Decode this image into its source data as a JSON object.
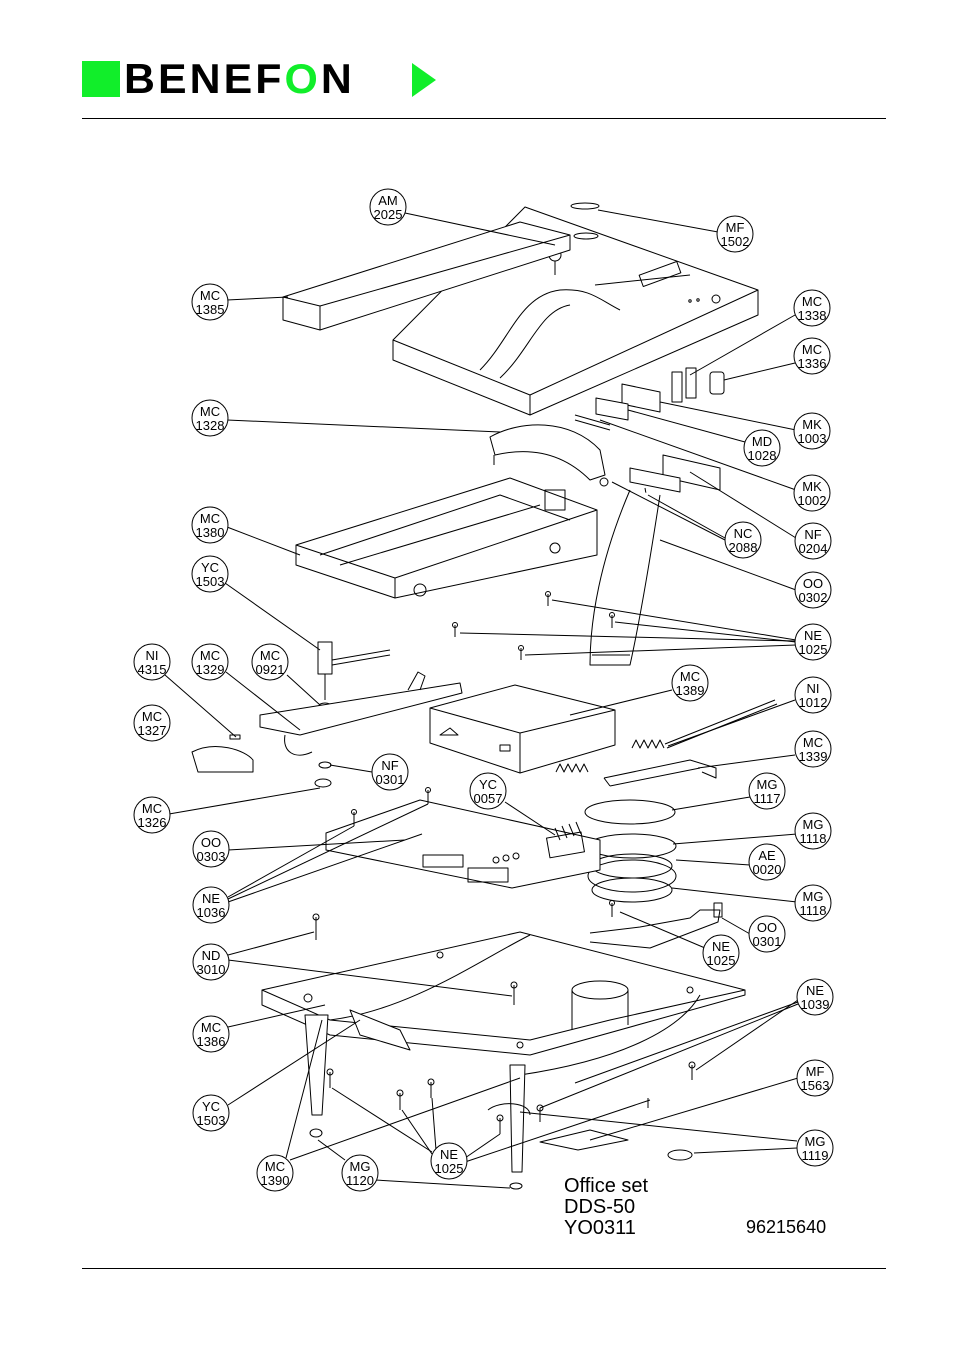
{
  "logo": {
    "text_before": "BENEF",
    "text_o": "O",
    "text_after": "N"
  },
  "callouts": [
    {
      "id": "am2025",
      "l1": "AM",
      "l2": "2025"
    },
    {
      "id": "mf1502",
      "l1": "MF",
      "l2": "1502"
    },
    {
      "id": "mc1385",
      "l1": "MC",
      "l2": "1385"
    },
    {
      "id": "mc1338",
      "l1": "MC",
      "l2": "1338"
    },
    {
      "id": "mc1336",
      "l1": "MC",
      "l2": "1336"
    },
    {
      "id": "mc1328",
      "l1": "MC",
      "l2": "1328"
    },
    {
      "id": "mk1003",
      "l1": "MK",
      "l2": "1003"
    },
    {
      "id": "md1028",
      "l1": "MD",
      "l2": "1028"
    },
    {
      "id": "mk1002",
      "l1": "MK",
      "l2": "1002"
    },
    {
      "id": "mc1380",
      "l1": "MC",
      "l2": "1380"
    },
    {
      "id": "nc2088",
      "l1": "NC",
      "l2": "2088"
    },
    {
      "id": "nf0204",
      "l1": "NF",
      "l2": "0204"
    },
    {
      "id": "yc1503a",
      "l1": "YC",
      "l2": "1503"
    },
    {
      "id": "oo0302",
      "l1": "OO",
      "l2": "0302"
    },
    {
      "id": "ne1025a",
      "l1": "NE",
      "l2": "1025"
    },
    {
      "id": "ni4315",
      "l1": "NI",
      "l2": "4315"
    },
    {
      "id": "mc1329",
      "l1": "MC",
      "l2": "1329"
    },
    {
      "id": "mc0921",
      "l1": "MC",
      "l2": "0921"
    },
    {
      "id": "mc1389",
      "l1": "MC",
      "l2": "1389"
    },
    {
      "id": "ni1012",
      "l1": "NI",
      "l2": "1012"
    },
    {
      "id": "mc1327",
      "l1": "MC",
      "l2": "1327"
    },
    {
      "id": "mc1339",
      "l1": "MC",
      "l2": "1339"
    },
    {
      "id": "nf0301",
      "l1": "NF",
      "l2": "0301"
    },
    {
      "id": "yc0057",
      "l1": "YC",
      "l2": "0057"
    },
    {
      "id": "mg1117",
      "l1": "MG",
      "l2": "1117"
    },
    {
      "id": "mc1326",
      "l1": "MC",
      "l2": "1326"
    },
    {
      "id": "mg1118a",
      "l1": "MG",
      "l2": "1118"
    },
    {
      "id": "oo0303",
      "l1": "OO",
      "l2": "0303"
    },
    {
      "id": "ae0020",
      "l1": "AE",
      "l2": "0020"
    },
    {
      "id": "ne1036",
      "l1": "NE",
      "l2": "1036"
    },
    {
      "id": "mg1118b",
      "l1": "MG",
      "l2": "1118"
    },
    {
      "id": "oo0301",
      "l1": "OO",
      "l2": "0301"
    },
    {
      "id": "ne1025b",
      "l1": "NE",
      "l2": "1025"
    },
    {
      "id": "nd3010",
      "l1": "ND",
      "l2": "3010"
    },
    {
      "id": "ne1039",
      "l1": "NE",
      "l2": "1039"
    },
    {
      "id": "mc1386",
      "l1": "MC",
      "l2": "1386"
    },
    {
      "id": "mf1563",
      "l1": "MF",
      "l2": "1563"
    },
    {
      "id": "yc1503b",
      "l1": "YC",
      "l2": "1503"
    },
    {
      "id": "mg1119",
      "l1": "MG",
      "l2": "1119"
    },
    {
      "id": "mc1390",
      "l1": "MC",
      "l2": "1390"
    },
    {
      "id": "mg1120",
      "l1": "MG",
      "l2": "1120"
    },
    {
      "id": "ne1025c",
      "l1": "NE",
      "l2": "1025"
    }
  ],
  "caption": {
    "line1": "Office set",
    "line2": "DDS-50",
    "line3": "YO0311"
  },
  "document_number": "96215640"
}
